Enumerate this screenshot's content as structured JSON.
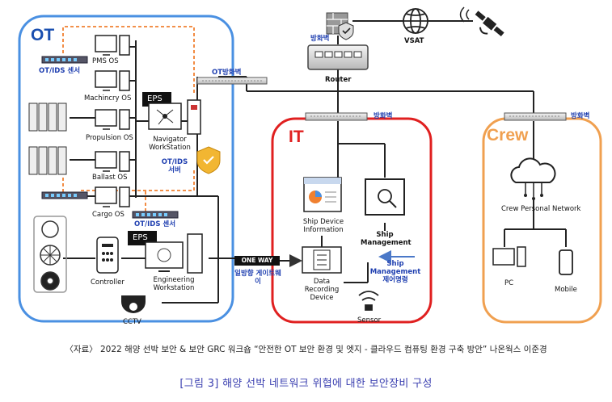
{
  "zones": {
    "ot": "OT",
    "it": "IT",
    "crew": "Crew"
  },
  "firewall_labels": {
    "ot": "OT방화벽",
    "it": "방화벽",
    "crew": "방화벽",
    "router": "방화벽"
  },
  "nodes": {
    "router": "Router",
    "vsat": "VSAT",
    "pms_os": "PMS OS",
    "machinery_os": "Machincry OS",
    "propulsion_os": "Propulsion OS",
    "ballast_os": "Ballast OS",
    "cargo_os": "Cargo OS",
    "eps_top": "EPS",
    "eps_bottom": "EPS",
    "navigator": "Navigator WorkStation",
    "ot_ids_server": "OT/IDS 서버",
    "ot_ids_sensor_top": "OT/IDS 센서",
    "ot_ids_sensor_bottom": "OT/IDS 센서",
    "controller": "Controller",
    "engineering": "Engineering Workstation",
    "cctv": "CCTV",
    "one_way_badge": "ONE WAY",
    "one_way_gateway": "일방향 게이트웨이",
    "ship_device_info": "Ship Device Information",
    "ship_management": "Ship Management",
    "ship_mgmt_control": "Ship Management 제어명령",
    "data_recording": "Data Recording Device",
    "sensor": "Sensor",
    "crew_network": "Crew Personal Network",
    "pc": "PC",
    "mobile": "Mobile"
  },
  "colors": {
    "ot": "#4a90e2",
    "it": "#e02020",
    "crew": "#f0a050",
    "label_blue": "#1f3fb0",
    "dashed": "#f08030"
  },
  "caption": {
    "source": "〈자료〉 2022 해양 선박 보안 & 보안 GRC 워크숍 “안전한 OT 보안 환경 및 엣지 - 클라우드 컴퓨팅 환경 구축 방안” 나온웍스 이준경",
    "figure": "[그림 3] 해양 선박 네트워크 위협에 대한 보안장비 구성"
  }
}
